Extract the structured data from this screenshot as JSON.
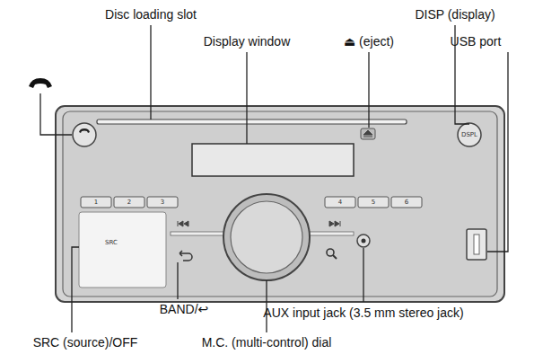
{
  "diagram": {
    "labels": [
      "Disc loading slot",
      "DISP (display)",
      "Display window",
      "⏏ (eject)",
      "USB port",
      "BAND/↩",
      "AUX input jack (3.5 mm stereo jack)",
      "SRC (source)/OFF",
      "M.C. (multi-control) dial",
      "1",
      "2",
      "3",
      "4",
      "5",
      "6",
      "SRC",
      "DSPL"
    ]
  }
}
